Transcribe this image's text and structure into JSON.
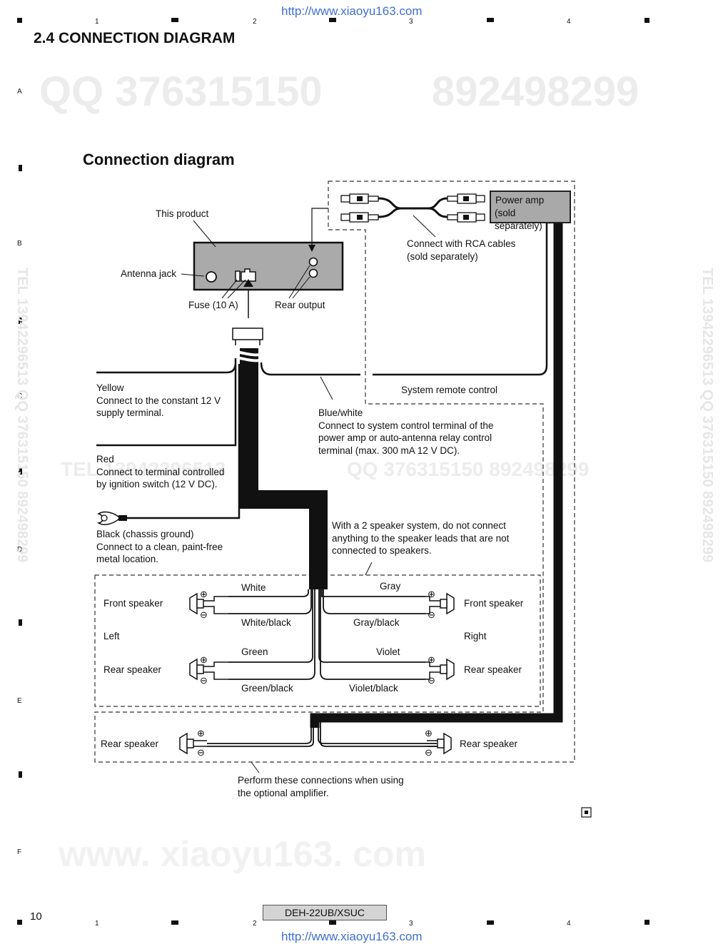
{
  "header": {
    "url_top": "http://www.xiaoyu163.com",
    "url_bottom": "http://www.xiaoyu163.com",
    "column_numbers": [
      "1",
      "2",
      "3",
      "4"
    ],
    "row_letters": [
      "A",
      "B",
      "C",
      "D",
      "E",
      "F"
    ],
    "section_title": "2.4  CONNECTION DIAGRAM",
    "page_number": "10",
    "model": "DEH-22UB/XSUC"
  },
  "watermarks": {
    "qq_big_1": "QQ 376315150",
    "qq_big_2": "892498299",
    "mid_tel": "TEL 13942296513",
    "mid_qq": "QQ  376315150   892498299",
    "side_left": "TEL 13942296513  QQ 376315150  892498299",
    "side_right": "TEL 13942296513  QQ 376315150  892498299",
    "bottom_www": "www. xiaoyu163. com"
  },
  "diagram": {
    "title": "Connection diagram",
    "this_product": "This product",
    "antenna_jack": "Antenna jack",
    "fuse": "Fuse (10 A)",
    "rear_output": "Rear output",
    "power_amp": "Power amp",
    "sold_separately": "(sold separately)",
    "rca_line1": "Connect with RCA cables",
    "rca_line2": "(sold separately)",
    "system_remote": "System remote control",
    "yellow": [
      "Yellow",
      "Connect to the constant 12 V",
      "supply terminal."
    ],
    "blue_white": [
      "Blue/white",
      "Connect to system control terminal of the",
      "power amp or auto-antenna relay control",
      "terminal (max. 300 mA 12 V DC)."
    ],
    "red": [
      "Red",
      "Connect to terminal controlled",
      "by ignition switch (12 V DC)."
    ],
    "black": [
      "Black (chassis ground)",
      "Connect to a clean, paint-free",
      "metal location."
    ],
    "two_speaker": [
      "With a 2 speaker system, do not connect",
      "anything to the speaker leads that are not",
      "connected to speakers."
    ],
    "front_speaker": "Front speaker",
    "rear_speaker": "Rear speaker",
    "left": "Left",
    "right": "Right",
    "wires": {
      "white": "White",
      "white_black": "White/black",
      "gray": "Gray",
      "gray_black": "Gray/black",
      "green": "Green",
      "green_black": "Green/black",
      "violet": "Violet",
      "violet_black": "Violet/black"
    },
    "plus": "⊕",
    "minus": "⊖",
    "optional_amp": [
      "Perform these connections when using",
      "the optional amplifier."
    ]
  }
}
